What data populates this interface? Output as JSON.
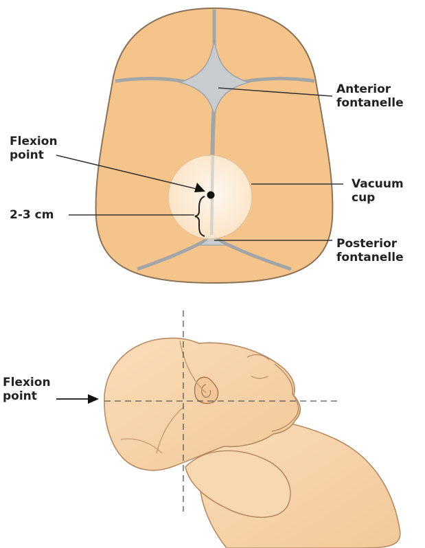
{
  "labels": {
    "anterior_fontanelle": [
      "Anterior",
      "fontanelle"
    ],
    "flexion_point_top": [
      "Flexion",
      "point"
    ],
    "vacuum_cup": [
      "Vacuum",
      "cup"
    ],
    "distance": "2-3 cm",
    "posterior_fontanelle": [
      "Posterior",
      "fontanelle"
    ],
    "flexion_point_side": [
      "Flexion",
      "point"
    ]
  },
  "colors": {
    "skull_fill": "#F5C48A",
    "skull_outline": "#8A7358",
    "fontanelle_fill": "#C9CCCF",
    "suture": "#A3A6A8",
    "cup_fill": "#FFF2DD",
    "side_head_fill": "#F7D2A5",
    "side_outline": "#B58A62",
    "leader_line": "#333333",
    "text": "#222222"
  },
  "icons": [
    "flexion-point-dot",
    "pointer-arrow-icon"
  ]
}
